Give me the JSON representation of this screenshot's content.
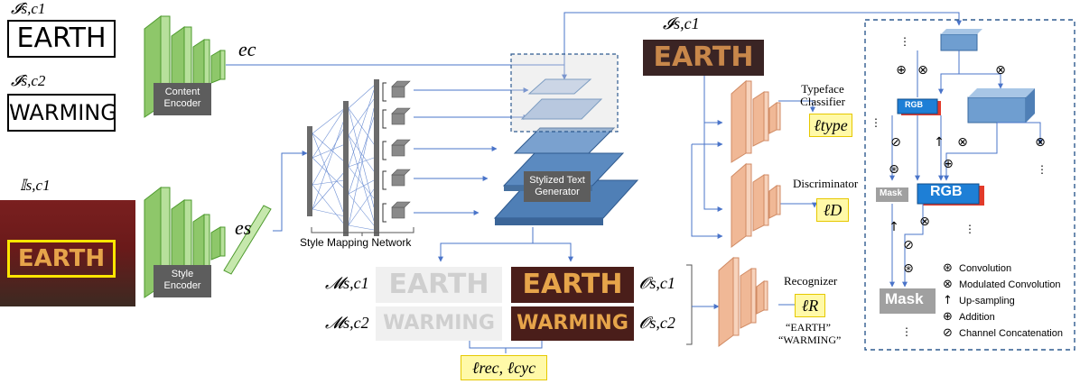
{
  "inputs": {
    "target1_label": "𝓘ŝ,c1",
    "target1_word": "EARTH",
    "target2_label": "𝓘ŝ,c2",
    "target2_word": "WARMING",
    "scene_label": "𝕀s,c1",
    "scene_word": "EARTH"
  },
  "encoders": {
    "content": "Content Encoder",
    "style": "Style Encoder",
    "content_code": "ec",
    "style_code": "es"
  },
  "mapping": {
    "label": "Style Mapping Network"
  },
  "generator": {
    "label": "Stylized Text Generator"
  },
  "reference": {
    "label": "𝓘s,c1",
    "word": "EARTH"
  },
  "outputs": {
    "mask1_label": "𝓜s,c1",
    "mask2_label": "𝓜s,c2",
    "out1_label": "𝓞s,c1",
    "out2_label": "𝓞s,c2",
    "word1": "EARTH",
    "word2": "WARMING",
    "loss": "ℓrec, ℓcyc"
  },
  "heads": {
    "typeface": "Typeface Classifier",
    "typeface_loss": "ℓtype",
    "discriminator": "Discriminator",
    "disc_loss": "ℓD",
    "recognizer": "Recognizer",
    "rec_loss": "ℓR",
    "rec_word1": "“EARTH”",
    "rec_word2": "“WARMING”"
  },
  "detail": {
    "rgb": "RGB",
    "mask": "Mask",
    "legend": [
      {
        "symbol": "⊛",
        "label": "Convolution"
      },
      {
        "symbol": "⊗",
        "label": "Modulated Convolution"
      },
      {
        "symbol": "↑",
        "label": "Up-sampling"
      },
      {
        "symbol": "⊕",
        "label": "Addition"
      },
      {
        "symbol": "⊘",
        "label": "Channel Concatenation"
      }
    ]
  },
  "colors": {
    "encoder_green": "#9bd07a",
    "head_orange": "#f2c4a6",
    "generator_blue": "#4f7fb6",
    "arrow_blue": "#4a74c9",
    "loss_yellow": "#fff9a8",
    "rgb_blue": "#1e7fd6",
    "rgb_red": "#e23a2a"
  }
}
